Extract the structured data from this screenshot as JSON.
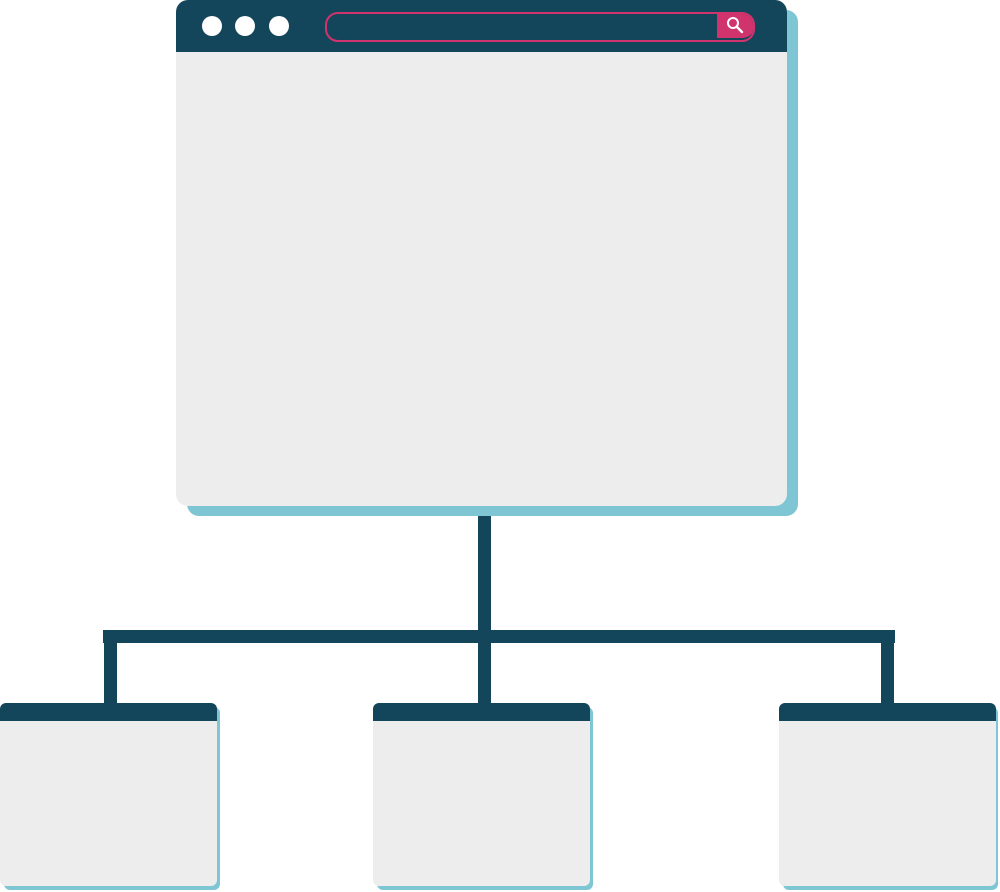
{
  "diagram": {
    "colors": {
      "navy": "#14465b",
      "shadow": "#7fc6d4",
      "panel": "#ededed",
      "accent": "#d1336c",
      "dot": "#ffffff"
    },
    "main_window": {
      "window_controls": [
        "dot",
        "dot",
        "dot"
      ],
      "search_icon": "search-icon"
    },
    "child_windows": [
      "child-window-left",
      "child-window-middle",
      "child-window-right"
    ]
  }
}
